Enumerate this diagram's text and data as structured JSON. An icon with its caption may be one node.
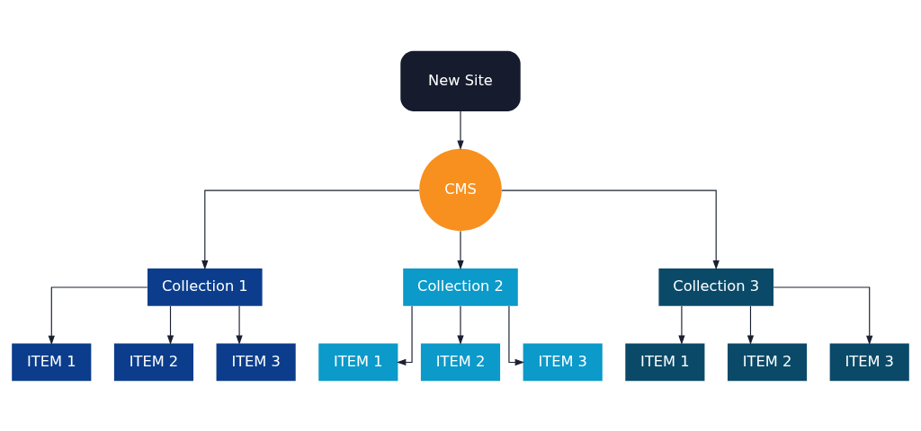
{
  "diagram": {
    "nodes": [
      {
        "text": [
          "New Site"
        ]
      },
      {
        "text": [
          "CMS"
        ]
      },
      {
        "text": [
          "Collection 1"
        ]
      },
      {
        "text": [
          "Collection 2"
        ]
      },
      {
        "text": [
          "Collection 3"
        ]
      },
      {
        "text": [
          "ITEM 1"
        ]
      },
      {
        "text": [
          "ITEM 2"
        ]
      },
      {
        "text": [
          "ITEM 3"
        ]
      },
      {
        "text": [
          "ITEM 1"
        ]
      },
      {
        "text": [
          "ITEM 2"
        ]
      },
      {
        "text": [
          "ITEM 3"
        ]
      },
      {
        "text": [
          "ITEM 1"
        ]
      },
      {
        "text": [
          "ITEM 2"
        ]
      },
      {
        "text": [
          "ITEM 3"
        ]
      }
    ],
    "edges": [
      {
        "from": 0,
        "to": 1,
        "arrow": "to"
      },
      {
        "from": 1,
        "to": 2,
        "arrow": "to"
      },
      {
        "from": 1,
        "to": 3,
        "arrow": "to"
      },
      {
        "from": 1,
        "to": 4,
        "arrow": "to"
      },
      {
        "from": 2,
        "to": 5,
        "arrow": "to"
      },
      {
        "from": 2,
        "to": 6,
        "arrow": "to"
      },
      {
        "from": 2,
        "to": 7,
        "arrow": "to"
      },
      {
        "from": 3,
        "to": 8,
        "arrow": "to"
      },
      {
        "from": 3,
        "to": 9,
        "arrow": "to"
      },
      {
        "from": 3,
        "to": 10,
        "arrow": "to"
      },
      {
        "from": 4,
        "to": 11,
        "arrow": "to"
      },
      {
        "from": 4,
        "to": 12,
        "arrow": "to"
      },
      {
        "from": 4,
        "to": 13,
        "arrow": "to"
      }
    ]
  }
}
